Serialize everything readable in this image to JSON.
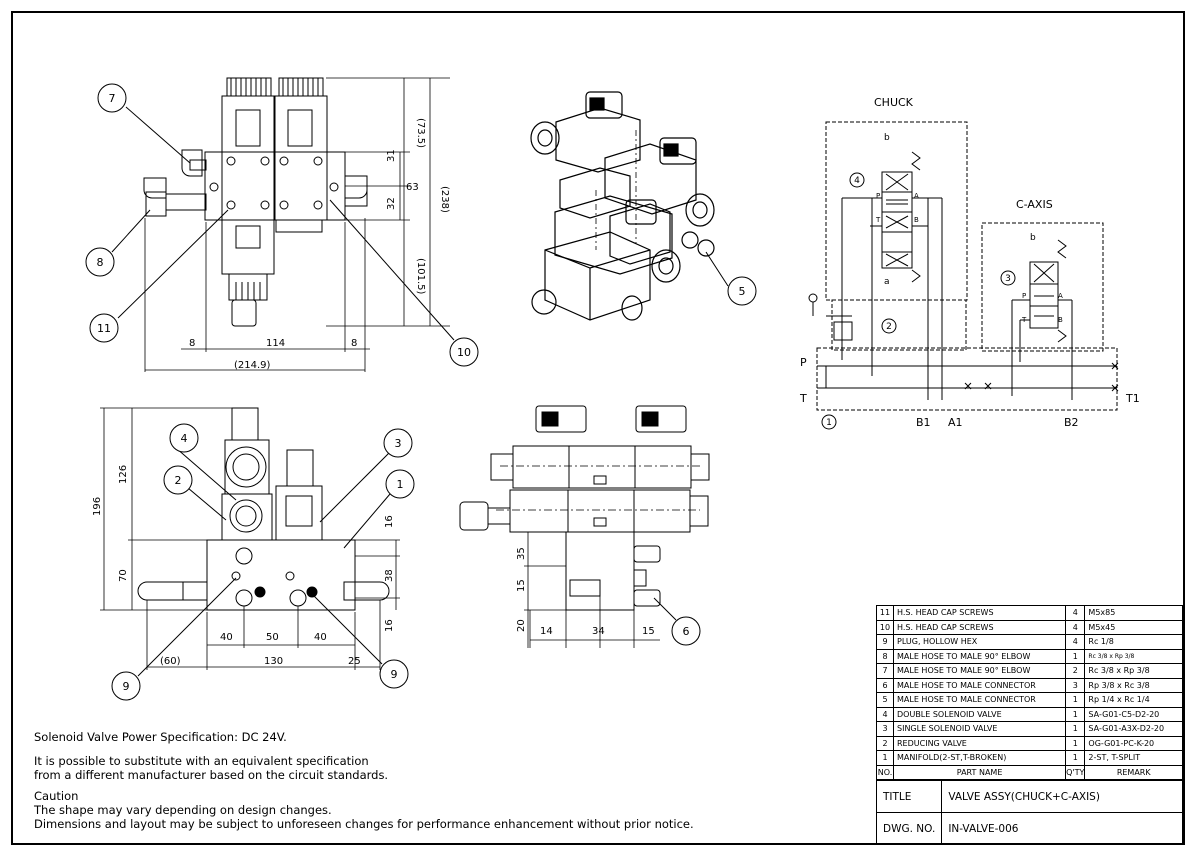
{
  "sheet": {
    "notes": {
      "power": "Solenoid Valve Power Specification: DC 24V.",
      "substitute_line1": "It is possible to substitute with an equivalent specification",
      "substitute_line2": "from a different manufacturer based on the circuit standards.",
      "caution_title": "Caution",
      "caution_line1": "The shape may vary depending on design changes.",
      "caution_line2": "Dimensions and layout may be subject to unforeseen changes for performance enhancement without prior notice."
    },
    "parts_table": {
      "header": {
        "no": "NO.",
        "name": "PART NAME",
        "qty": "Q'TY",
        "remark": "REMARK"
      },
      "rows": [
        {
          "no": "11",
          "name": "H.S. HEAD CAP SCREWS",
          "qty": "4",
          "remark": "M5x85"
        },
        {
          "no": "10",
          "name": "H.S. HEAD CAP SCREWS",
          "qty": "4",
          "remark": "M5x45"
        },
        {
          "no": "9",
          "name": "PLUG, HOLLOW HEX",
          "qty": "4",
          "remark": "Rc 1/8"
        },
        {
          "no": "8",
          "name": "MALE HOSE TO MALE 90° ELBOW",
          "qty": "1",
          "remark": "Rc 3/8 x Rp 3/8"
        },
        {
          "no": "7",
          "name": "MALE HOSE TO MALE 90° ELBOW",
          "qty": "2",
          "remark": "Rc 3/8 x Rp 3/8"
        },
        {
          "no": "6",
          "name": "MALE HOSE TO MALE CONNECTOR",
          "qty": "3",
          "remark": "Rp 3/8 x Rc 3/8"
        },
        {
          "no": "5",
          "name": "MALE HOSE TO MALE CONNECTOR",
          "qty": "1",
          "remark": "Rp 1/4 x Rc 1/4"
        },
        {
          "no": "4",
          "name": "DOUBLE SOLENOID VALVE",
          "qty": "1",
          "remark": "SA-G01-C5-D2-20"
        },
        {
          "no": "3",
          "name": "SINGLE SOLENOID VALVE",
          "qty": "1",
          "remark": "SA-G01-A3X-D2-20"
        },
        {
          "no": "2",
          "name": "REDUCING VALVE",
          "qty": "1",
          "remark": "OG-G01-PC-K-20"
        },
        {
          "no": "1",
          "name": "MANIFOLD(2-ST,T-BROKEN)",
          "qty": "1",
          "remark": "2-ST, T-SPLIT"
        }
      ]
    },
    "title_block": {
      "title_label": "TITLE",
      "title": "VALVE ASSY(CHUCK+C-AXIS)",
      "dwg_label": "DWG. NO.",
      "dwg_no": "IN-VALVE-006"
    },
    "top_view": {
      "dims": {
        "h1": "(73.5)",
        "h2": "31",
        "h3": "63",
        "h4": "32",
        "h5": "(238)",
        "h6": "(101.5)",
        "w1": "8",
        "w2": "114",
        "w3": "8",
        "w_total": "(214.9)"
      },
      "callouts": [
        "7",
        "8",
        "11",
        "10"
      ]
    },
    "iso_view": {
      "callouts": [
        "5"
      ]
    },
    "front_view": {
      "dims": {
        "v1": "126",
        "v2": "196",
        "v3": "70",
        "v4": "16",
        "v5": "38",
        "v6": "16",
        "h1": "40",
        "h2": "50",
        "h3": "40",
        "h4": "(60)",
        "h5": "130",
        "h6": "25"
      },
      "callouts": [
        "4",
        "2",
        "3",
        "1",
        "9",
        "9"
      ]
    },
    "side_view": {
      "dims": {
        "v1": "35",
        "v2": "15",
        "v3": "20",
        "h1": "14",
        "h2": "34",
        "h3": "15"
      },
      "callouts": [
        "6"
      ]
    },
    "schematic": {
      "chuck_label": "CHUCK",
      "caxis_label": "C-AXIS",
      "port_p": "P",
      "port_t": "T",
      "port_t1": "T1",
      "port_b1": "B1",
      "port_a1": "A1",
      "port_b2": "B2",
      "valve_ports": {
        "p": "P",
        "a": "A",
        "t": "T",
        "b": "B"
      },
      "sol_a": "a",
      "sol_b": "b",
      "callouts": [
        "4",
        "2",
        "3",
        "1"
      ]
    }
  }
}
